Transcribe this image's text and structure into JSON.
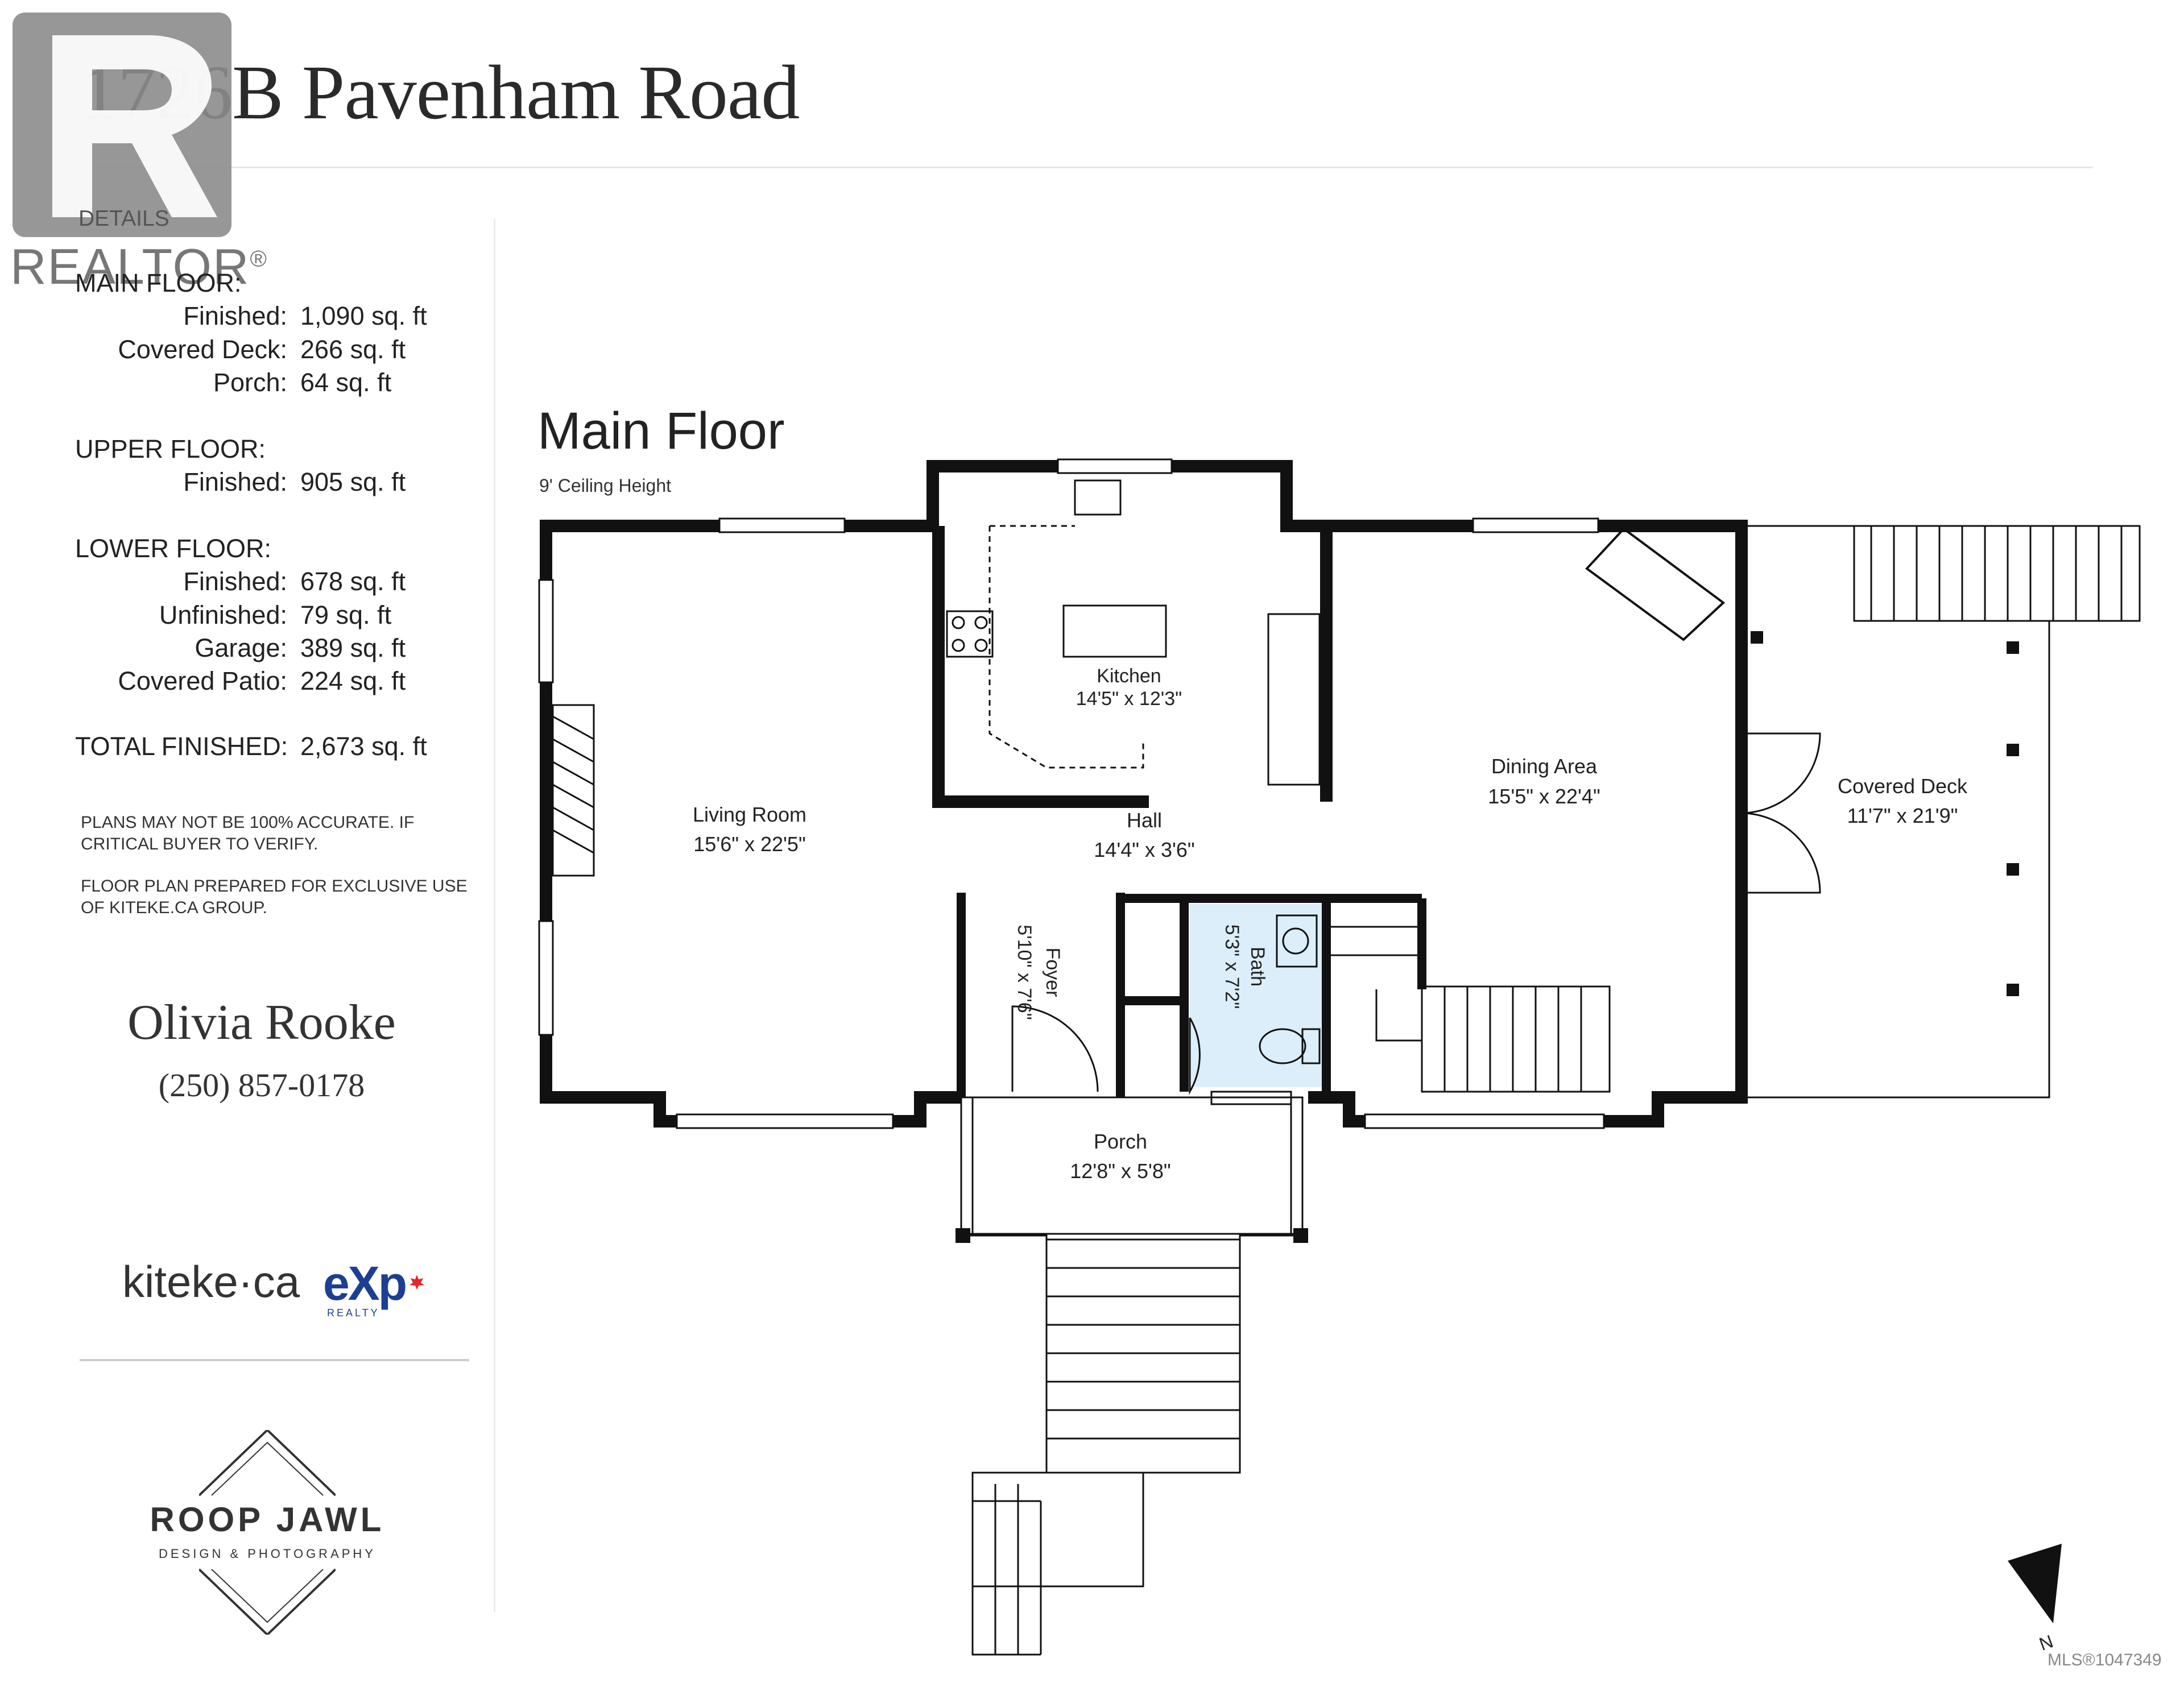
{
  "header": {
    "address": "1726B Pavenham Road",
    "realtor_word": "REALTOR",
    "realtor_mark": "®"
  },
  "details": {
    "label": "DETAILS",
    "main_floor": {
      "heading": "MAIN FLOOR:",
      "rows": [
        {
          "label": "Finished:",
          "value": "1,090 sq. ft"
        },
        {
          "label": "Covered Deck:",
          "value": "266 sq. ft"
        },
        {
          "label": "Porch:",
          "value": "64 sq. ft"
        }
      ]
    },
    "upper_floor": {
      "heading": "UPPER FLOOR:",
      "rows": [
        {
          "label": "Finished:",
          "value": "905 sq. ft"
        }
      ]
    },
    "lower_floor": {
      "heading": "LOWER FLOOR:",
      "rows": [
        {
          "label": "Finished:",
          "value": "678 sq. ft"
        },
        {
          "label": "Unfinished:",
          "value": "79 sq. ft"
        },
        {
          "label": "Garage:",
          "value": "389 sq. ft"
        },
        {
          "label": "Covered Patio:",
          "value": "224 sq. ft"
        }
      ]
    },
    "total": {
      "label": "TOTAL FINISHED:",
      "value": "2,673 sq. ft"
    },
    "note_accuracy": "PLANS MAY NOT BE 100% ACCURATE. IF CRITICAL BUYER TO VERIFY.",
    "note_prepared": "FLOOR PLAN PREPARED FOR EXCLUSIVE USE OF KITEKE.CA GROUP."
  },
  "agent": {
    "name": "Olivia Rooke",
    "phone": "(250) 857-0178"
  },
  "brokerage": {
    "kiteke": "kiteke·ca",
    "exp": "eXp",
    "exp_sub": "REALTY"
  },
  "designer": {
    "name": "ROOP JAWL",
    "tagline": "DESIGN & PHOTOGRAPHY"
  },
  "floor": {
    "title": "Main Floor",
    "ceiling": "9' Ceiling Height",
    "north": "N",
    "rooms": [
      {
        "name": "Kitchen",
        "dims": "14'5\" x 12'3\""
      },
      {
        "name": "Living Room",
        "dims": "15'6\" x 22'5\""
      },
      {
        "name": "Hall",
        "dims": "14'4\" x 3'6\""
      },
      {
        "name": "Dining Area",
        "dims": "15'5\" x 22'4\""
      },
      {
        "name": "Covered Deck",
        "dims": "11'7\" x 21'9\""
      },
      {
        "name": "Foyer",
        "dims": "5'10\" x 7'6\""
      },
      {
        "name": "Bath",
        "dims": "5'3\" x 7'2\""
      },
      {
        "name": "Porch",
        "dims": "12'8\" x 5'8\""
      }
    ]
  },
  "footer": {
    "mls": "MLS®1047349"
  },
  "colors": {
    "wall": "#111111",
    "bath_fill": "#dbeef9",
    "exp_blue": "#1c3f94",
    "exp_red": "#e8262c"
  }
}
